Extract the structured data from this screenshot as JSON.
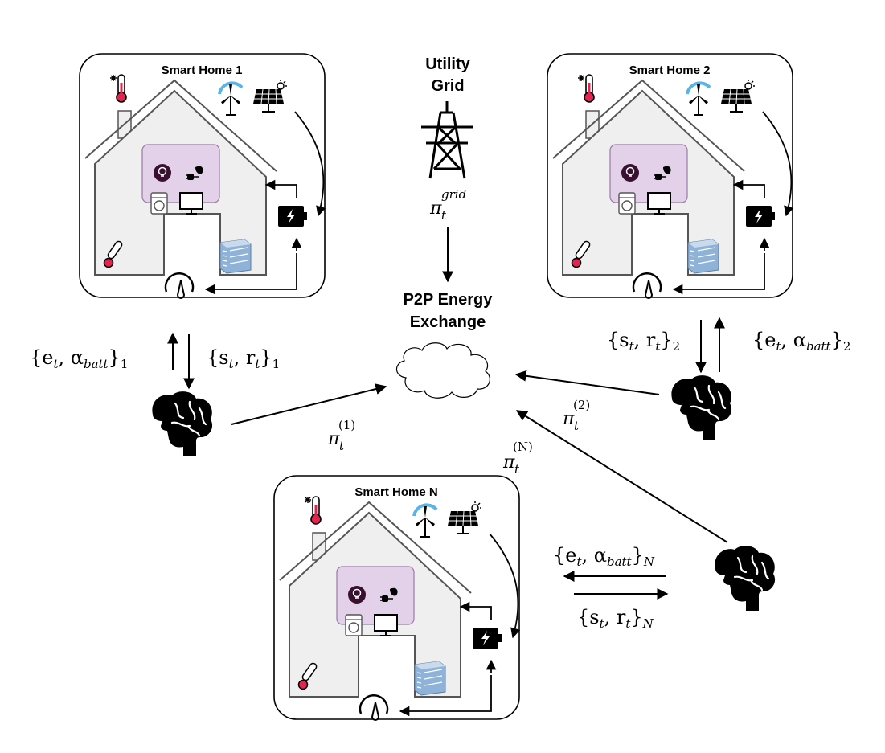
{
  "homes": [
    {
      "title": "Smart Home 1"
    },
    {
      "title": "Smart Home 2"
    },
    {
      "title": "Smart Home N"
    }
  ],
  "grid": {
    "line1": "Utility",
    "line2": "Grid",
    "price_sym": "π",
    "price_sub": "t",
    "price_sup": "grid"
  },
  "exchange": {
    "line1": "P2P Energy",
    "line2": "Exchange"
  },
  "agent1": {
    "up_main": "{e",
    "up_sub1": "t",
    "up_mid": ", α",
    "up_sub2": "batt",
    "up_close": "}",
    "up_idx": "1",
    "down_main": "{s",
    "down_sub1": "t",
    "down_mid": ", r",
    "down_sub2": "t",
    "down_close": "}",
    "down_idx": "1",
    "price_sym": "π",
    "price_sub": "t",
    "price_sup": "(1)"
  },
  "agent2": {
    "up_main": "{e",
    "up_sub1": "t",
    "up_mid": ", α",
    "up_sub2": "batt",
    "up_close": "}",
    "up_idx": "2",
    "down_main": "{s",
    "down_sub1": "t",
    "down_mid": ", r",
    "down_sub2": "t",
    "down_close": "}",
    "down_idx": "2",
    "price_sym": "π",
    "price_sub": "t",
    "price_sup": "(2)"
  },
  "agentN": {
    "up_main": "{e",
    "up_sub1": "t",
    "up_mid": ", α",
    "up_sub2": "batt",
    "up_close": "}",
    "up_idx": "N",
    "down_main": "{s",
    "down_sub1": "t",
    "down_mid": ", r",
    "down_sub2": "t",
    "down_close": "}",
    "down_idx": "N",
    "price_sym": "π",
    "price_sub": "t",
    "price_sup": "(N)"
  },
  "icons": [
    "thermostat-snowflake-icon",
    "wind-turbine-icon",
    "solar-panel-icon",
    "lightbulb-icon",
    "plug-leaf-icon",
    "washing-machine-icon",
    "monitor-icon",
    "battery-icon",
    "thermometer-icon",
    "storage-unit-icon",
    "power-meter-icon",
    "brain-icon",
    "transmission-tower-icon",
    "cloud-icon"
  ],
  "colors": {
    "appliance_box": "#e2d1e8",
    "house_fill": "#efefef",
    "thermo_red": "#e0254f",
    "turbine_blue": "#5ab4e6",
    "storage_blue": "#8fb2d8",
    "icon_dark": "#3a1030"
  }
}
